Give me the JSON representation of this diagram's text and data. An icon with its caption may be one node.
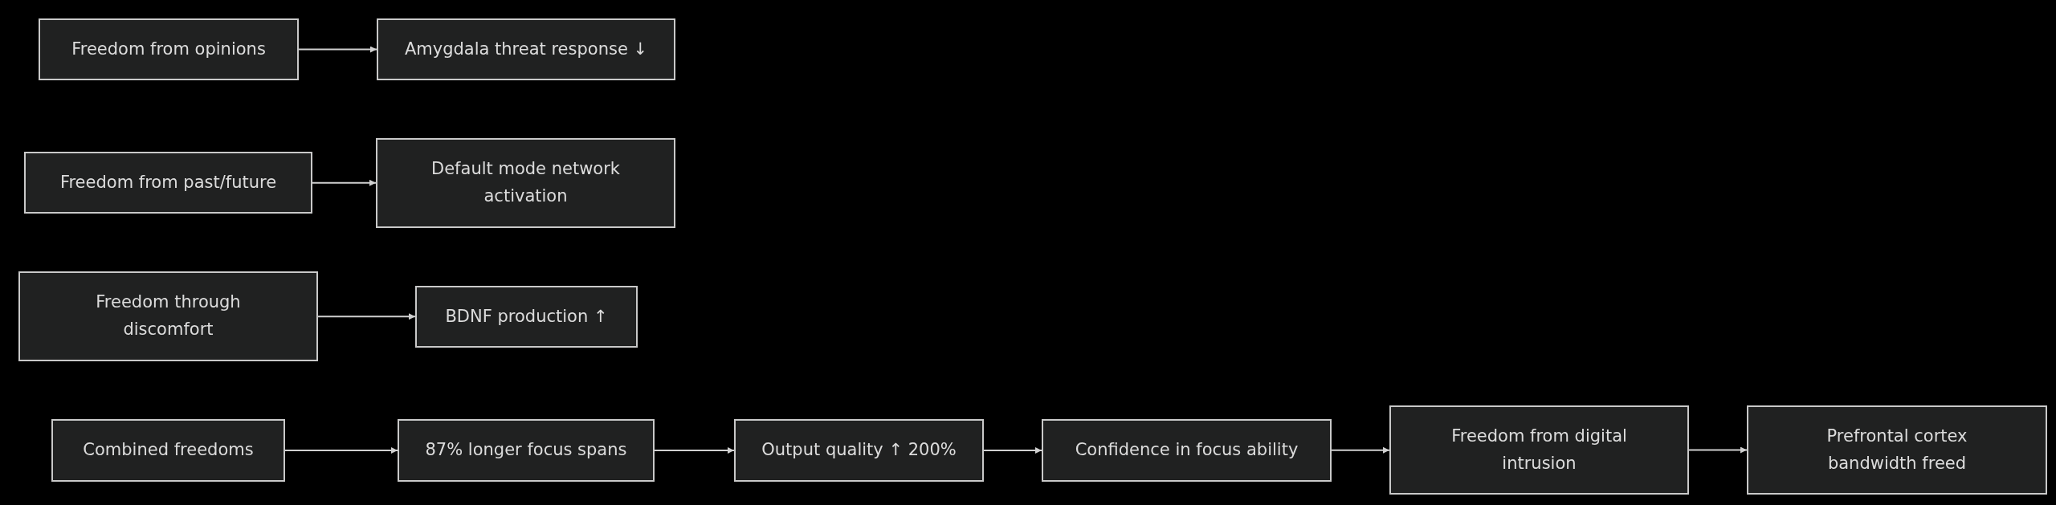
{
  "diagram": {
    "nodes": [
      {
        "text": [
          "Freedom from opinions"
        ]
      },
      {
        "text": [
          "Amygdala threat response ↓"
        ]
      },
      {
        "text": [
          "Freedom from past/future"
        ]
      },
      {
        "text": [
          "Default mode network activation"
        ]
      },
      {
        "text": [
          "Freedom through discomfort"
        ]
      },
      {
        "text": [
          "BDNF production ↑"
        ]
      },
      {
        "text": [
          "Combined freedoms"
        ]
      },
      {
        "text": [
          "87% longer focus spans"
        ]
      },
      {
        "text": [
          "Output quality ↑ 200%"
        ]
      },
      {
        "text": [
          "Confidence in focus ability"
        ]
      },
      {
        "text": [
          "Freedom from digital intrusion"
        ]
      },
      {
        "text": [
          "Prefrontal cortex bandwidth freed"
        ]
      }
    ],
    "edges": [
      {
        "from": 0,
        "to": 1,
        "arrow": "to"
      },
      {
        "from": 2,
        "to": 3,
        "arrow": "to"
      },
      {
        "from": 4,
        "to": 5,
        "arrow": "to"
      },
      {
        "from": 6,
        "to": 7,
        "arrow": "to"
      },
      {
        "from": 7,
        "to": 8,
        "arrow": "to"
      },
      {
        "from": 8,
        "to": 9,
        "arrow": "to"
      },
      {
        "from": 9,
        "to": 10,
        "arrow": "to"
      },
      {
        "from": 10,
        "to": 11,
        "arrow": "to"
      }
    ]
  }
}
